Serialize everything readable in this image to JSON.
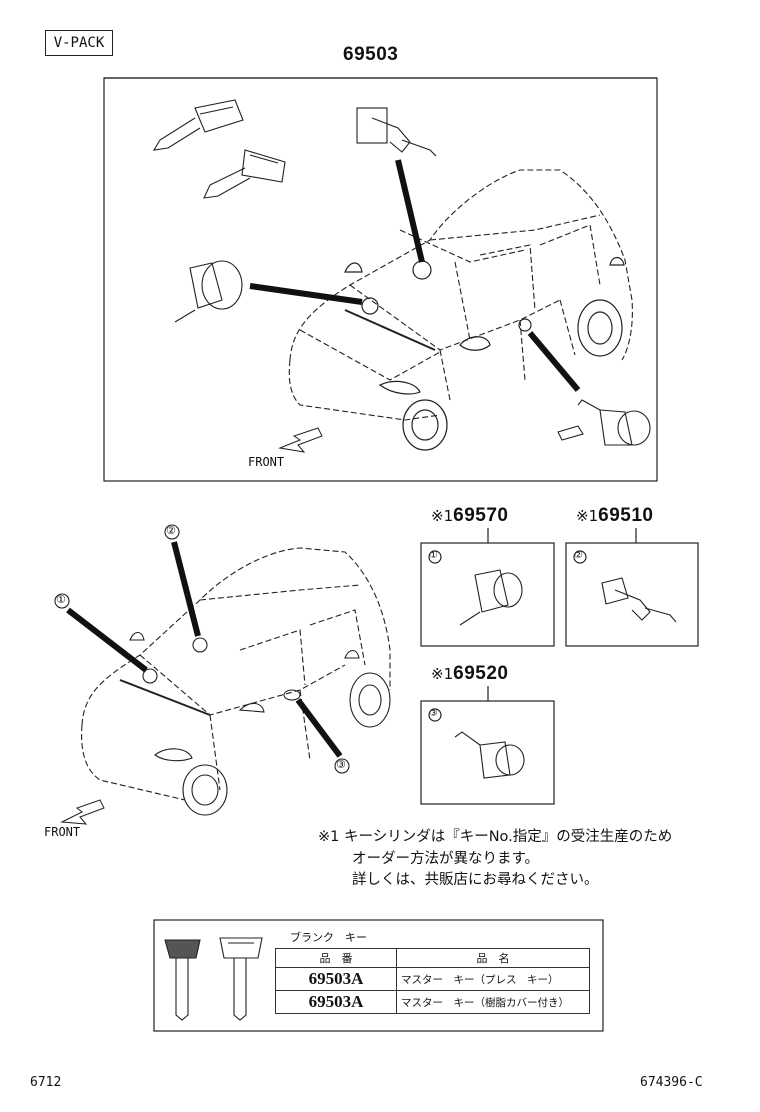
{
  "header": {
    "tag": "V-PACK"
  },
  "assembly": {
    "part_number": "69503",
    "front_label": "FRONT"
  },
  "lower": {
    "front_label": "FRONT",
    "callouts": [
      "①",
      "②",
      "③"
    ]
  },
  "subparts": [
    {
      "mark": "※1",
      "part_number": "69570",
      "callout": "①"
    },
    {
      "mark": "※1",
      "part_number": "69510",
      "callout": "②"
    },
    {
      "mark": "※1",
      "part_number": "69520",
      "callout": "③"
    }
  ],
  "note": {
    "lines": [
      "※1  キーシリンダは『キーNo.指定』の受注生産のため",
      "オーダー方法が異なります。",
      "詳しくは、共販店にお尋ねください。"
    ]
  },
  "blank_key": {
    "title": "ブランク　キー",
    "headers": [
      "品　番",
      "品　名"
    ],
    "rows": [
      {
        "part_number": "69503A",
        "name": "マスター　キー（プレス　キー）"
      },
      {
        "part_number": "69503A",
        "name": "マスター　キー（樹脂カバー付き）"
      }
    ]
  },
  "footer": {
    "left": "6712",
    "right": "674396-C"
  }
}
